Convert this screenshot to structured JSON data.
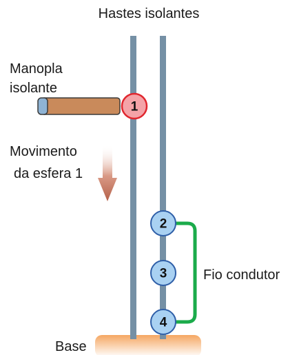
{
  "labels": {
    "title": "Hastes isolantes",
    "handle_line1": "Manopla",
    "handle_line2": "isolante",
    "movement_line1": "Movimento",
    "movement_line2": "da esfera 1",
    "wire": "Fio condutor",
    "base": "Base"
  },
  "spheres": [
    {
      "number": "1",
      "fill": "#f4a3a8",
      "stroke": "#e0262e"
    },
    {
      "number": "2",
      "fill": "#a9d1f2",
      "stroke": "#2f5fa8"
    },
    {
      "number": "3",
      "fill": "#a9d1f2",
      "stroke": "#2f5fa8"
    },
    {
      "number": "4",
      "fill": "#a9d1f2",
      "stroke": "#2f5fa8"
    }
  ],
  "colors": {
    "rod": "#7590a5",
    "handle": "#c98a5b",
    "handle_cap": "#8fb3d4",
    "wire": "#1bab4b",
    "base": "#f5a762",
    "arrow": "#b5614a"
  }
}
